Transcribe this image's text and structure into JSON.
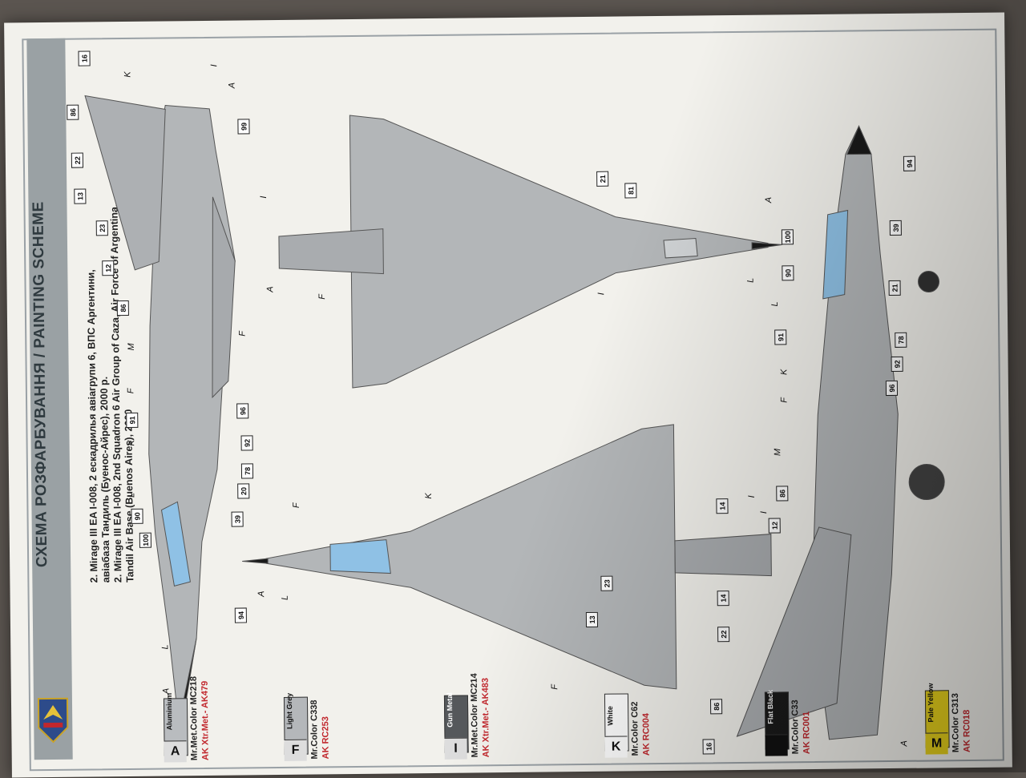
{
  "header": {
    "title": "СХЕМА РОЗФАРБУВАННЯ / PAINTING SCHEME",
    "caption_lines": [
      "2. Mirage III EA I-008, 2 ескадрилья авіагрупи 6, ВПС Аргентини,",
      "авіабаза Тандиль (Буенос-Айрес), 2000 р.",
      "2. Mirage III EA I-008, 2nd Squadron 6 Air Group of Caza, Air Force of Argentina,",
      "Tandil Air Base (Buenos Aires), 2000"
    ]
  },
  "colors": [
    {
      "letter": "A",
      "name": "Aluminium",
      "swatch": "#b9bcbf",
      "mr": "Mr.Met.Color MC218",
      "ak": "AK Xtr.Met.- AK479"
    },
    {
      "letter": "F",
      "name": "Light Grey",
      "swatch": "#b4b7ba",
      "mr": "Mr.Color C338",
      "ak": "AK RC253"
    },
    {
      "letter": "I",
      "name": "Gun Metal",
      "swatch": "#55585b",
      "mr": "Mr.Met.Color MC214",
      "ak": "AK Xtr.Met.- AK483"
    },
    {
      "letter": "K",
      "name": "White",
      "swatch": "#ffffff",
      "mr": "Mr.Color C62",
      "ak": "AK RC004"
    },
    {
      "letter": "L",
      "name": "Flat Black",
      "swatch": "#1a1a1a",
      "mr": "Mr.Color C33",
      "ak": "AK RC001"
    },
    {
      "letter": "M",
      "name": "Pale Yellow",
      "swatch": "#e8d21c",
      "mr": "Mr.Color C313",
      "ak": "AK RC018"
    }
  ],
  "callouts_left": [
    "16",
    "86",
    "22",
    "13",
    "23",
    "12",
    "86",
    "99",
    "96",
    "92",
    "78",
    "20",
    "91",
    "90",
    "39",
    "100",
    "94"
  ],
  "callouts_mid": [
    "21",
    "81",
    "14",
    "14",
    "23",
    "13",
    "22",
    "86",
    "16"
  ],
  "callouts_right": [
    "94",
    "39",
    "100",
    "90",
    "21",
    "91",
    "78",
    "92",
    "96",
    "86",
    "12"
  ],
  "paint_labels": [
    "K",
    "I",
    "A",
    "F",
    "M",
    "F",
    "K",
    "L",
    "A",
    "L",
    "I",
    "A",
    "F",
    "I",
    "I",
    "K",
    "F",
    "F",
    "L",
    "A",
    "A",
    "L",
    "L",
    "K",
    "F",
    "M",
    "I",
    "A"
  ]
}
